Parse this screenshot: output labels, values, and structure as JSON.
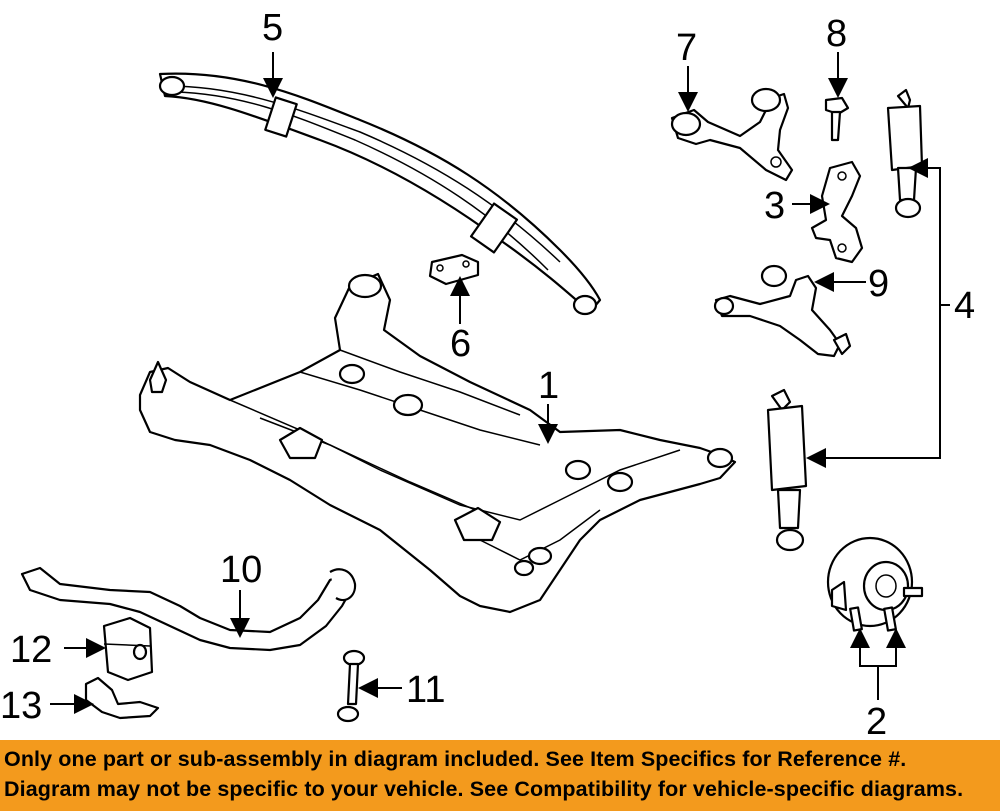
{
  "diagram": {
    "callouts": {
      "c1": "1",
      "c2": "2",
      "c3": "3",
      "c4": "4",
      "c5": "5",
      "c6": "6",
      "c7": "7",
      "c8": "8",
      "c9": "9",
      "c10": "10",
      "c11": "11",
      "c12": "12",
      "c13": "13"
    }
  },
  "banner": {
    "line1": "Only one part or sub-assembly in diagram included. See Item Specifics for Reference #.",
    "line2": "Diagram may not be specific to your vehicle. See Compatibility for vehicle-specific diagrams.",
    "color": "#f39a1d"
  }
}
